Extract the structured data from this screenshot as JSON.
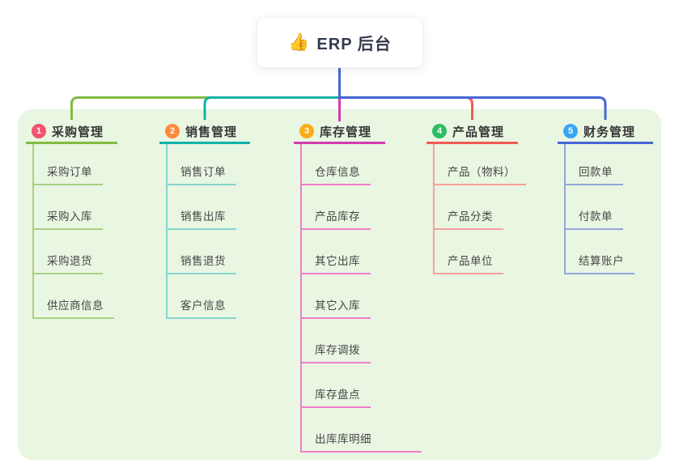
{
  "root": {
    "icon": "thumbs-up",
    "emoji": "👍",
    "label": "ERP 后台"
  },
  "panel_bg": "#e9f6e2",
  "connector": {
    "trunk_color": "#4565d6"
  },
  "branches": [
    {
      "num": "1",
      "label": "采购管理",
      "color": "#82bb41",
      "light": "#a9d182",
      "badge": "#f4526e",
      "items": [
        "采购订单",
        "采购入库",
        "采购退货",
        "供应商信息"
      ]
    },
    {
      "num": "2",
      "label": "销售管理",
      "color": "#10b3a9",
      "light": "#86d6cf",
      "badge": "#fb8b3c",
      "items": [
        "销售订单",
        "销售出库",
        "销售退货",
        "客户信息"
      ]
    },
    {
      "num": "3",
      "label": "库存管理",
      "color": "#d23bb0",
      "light": "#ef7dc8",
      "badge": "#fbad18",
      "items": [
        "仓库信息",
        "产品库存",
        "其它出库",
        "其它入库",
        "库存调拨",
        "库存盘点",
        "出库库明细"
      ]
    },
    {
      "num": "4",
      "label": "产品管理",
      "color": "#f25b51",
      "light": "#f8a09a",
      "badge": "#2dbd63",
      "items": [
        "产品（物料）",
        "产品分类",
        "产品单位"
      ]
    },
    {
      "num": "5",
      "label": "财务管理",
      "color": "#4565d6",
      "light": "#93a5db",
      "badge": "#37a7f4",
      "items": [
        "回款单",
        "付款单",
        "结算账户"
      ]
    }
  ]
}
